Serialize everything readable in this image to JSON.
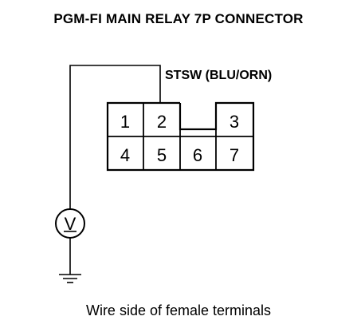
{
  "title": "PGM-FI MAIN RELAY 7P CONNECTOR",
  "wire_label": "STSW (BLU/ORN)",
  "caption": "Wire side of female terminals",
  "connector": {
    "terminals": [
      "1",
      "2",
      "3",
      "4",
      "5",
      "6",
      "7"
    ]
  },
  "meter": {
    "symbol": "V"
  }
}
